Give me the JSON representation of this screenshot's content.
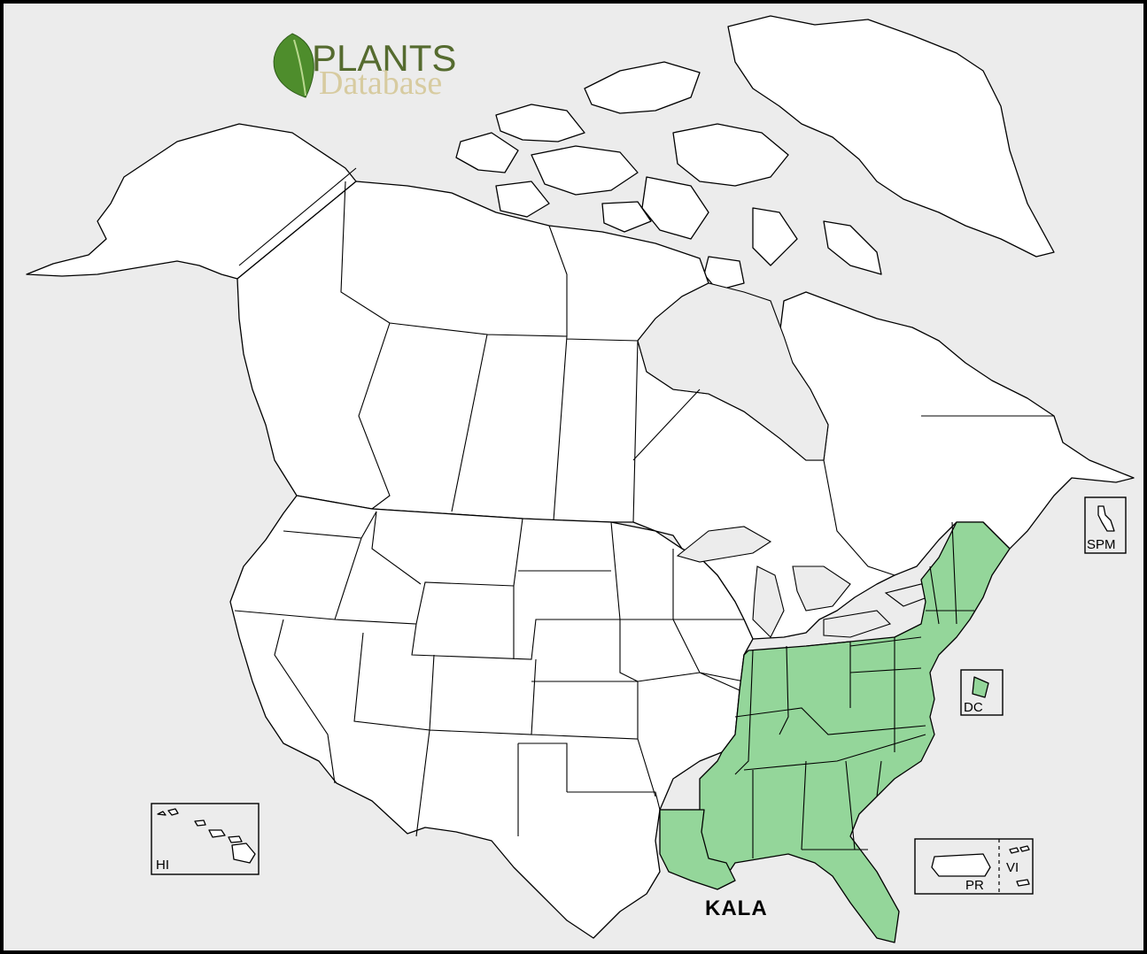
{
  "logo": {
    "line1": "PLANTS",
    "line2": "Database",
    "icon": "leaf-icon"
  },
  "symbol": "KALA",
  "insets": {
    "hawaii": "HI",
    "puerto_rico": "PR",
    "virgin_islands": "VI",
    "district_of_columbia": "DC",
    "saint_pierre_miquelon": "SPM"
  },
  "colors": {
    "ocean": "#ececec",
    "land": "#ffffff",
    "native": "#94d69a",
    "outline": "#000000",
    "frame": "#000000"
  },
  "native_regions": [
    "LA",
    "MS",
    "AL",
    "GA",
    "FL",
    "SC",
    "NC",
    "TN",
    "KY",
    "IN",
    "OH",
    "WV",
    "VA",
    "MD",
    "DE",
    "PA",
    "NJ",
    "NY",
    "CT",
    "RI",
    "MA",
    "VT",
    "NH",
    "ME",
    "DC"
  ]
}
